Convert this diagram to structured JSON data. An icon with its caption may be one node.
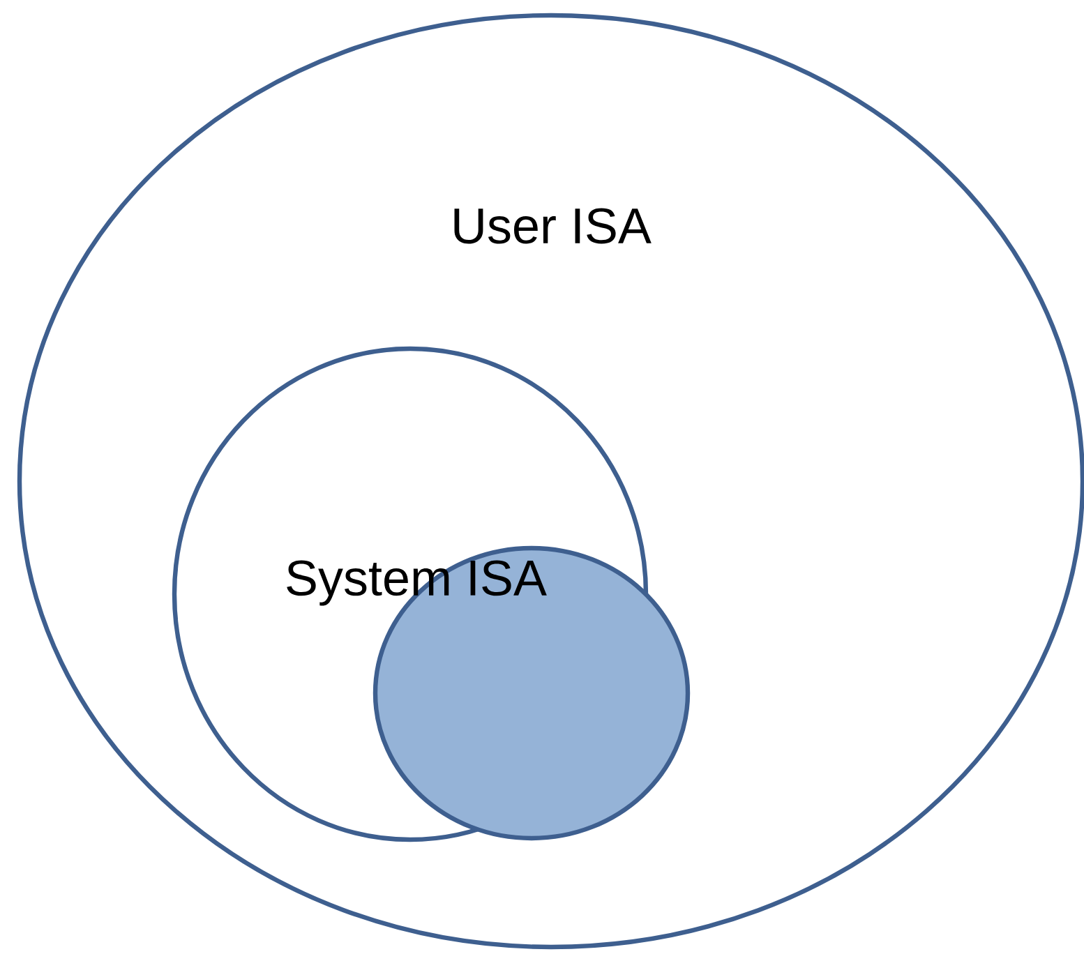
{
  "diagram": {
    "nodes": [
      {
        "text": [
          "User ISA"
        ]
      },
      {
        "text": [
          "System ISA"
        ],
        "in": 0
      },
      {
        "text": [],
        "shape": "circle",
        "in": 0
      }
    ]
  }
}
